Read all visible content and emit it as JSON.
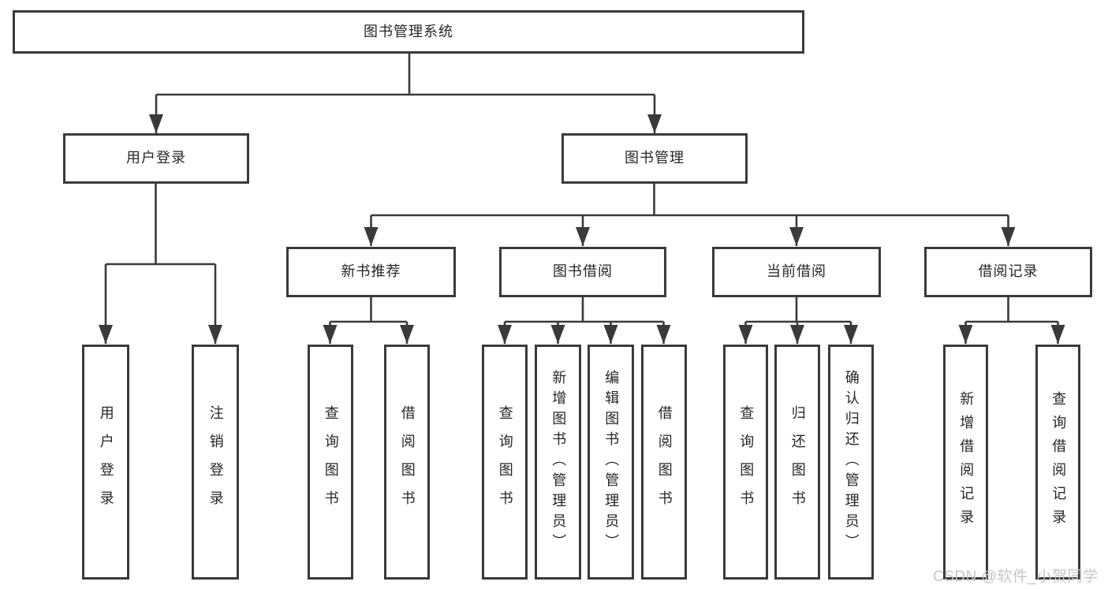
{
  "tree": {
    "root": "图书管理系统",
    "branches": [
      {
        "label": "用户登录",
        "children": [
          {
            "label": "用户登录"
          },
          {
            "label": "注销登录"
          }
        ]
      },
      {
        "label": "图书管理",
        "children": [
          {
            "label": "新书推荐",
            "children": [
              {
                "label": "查询图书"
              },
              {
                "label": "借阅图书"
              }
            ]
          },
          {
            "label": "图书借阅",
            "children": [
              {
                "label": "查询图书"
              },
              {
                "label": "新增图书（管理员）"
              },
              {
                "label": "编辑图书（管理员）"
              },
              {
                "label": "借阅图书"
              }
            ]
          },
          {
            "label": "当前借阅",
            "children": [
              {
                "label": "查询图书"
              },
              {
                "label": "归还图书"
              },
              {
                "label": "确认归还（管理员）"
              }
            ]
          },
          {
            "label": "借阅记录",
            "children": [
              {
                "label": "新增借阅记录"
              },
              {
                "label": "查询借阅记录"
              }
            ]
          }
        ]
      }
    ]
  },
  "watermark": "CSDN @软件_小贺同学",
  "colors": {
    "line": "#3a3a3a",
    "box_border": "#3a3a3a",
    "box_background": "#ffffff",
    "text": "#262626",
    "watermark": "#c3c3c3"
  }
}
